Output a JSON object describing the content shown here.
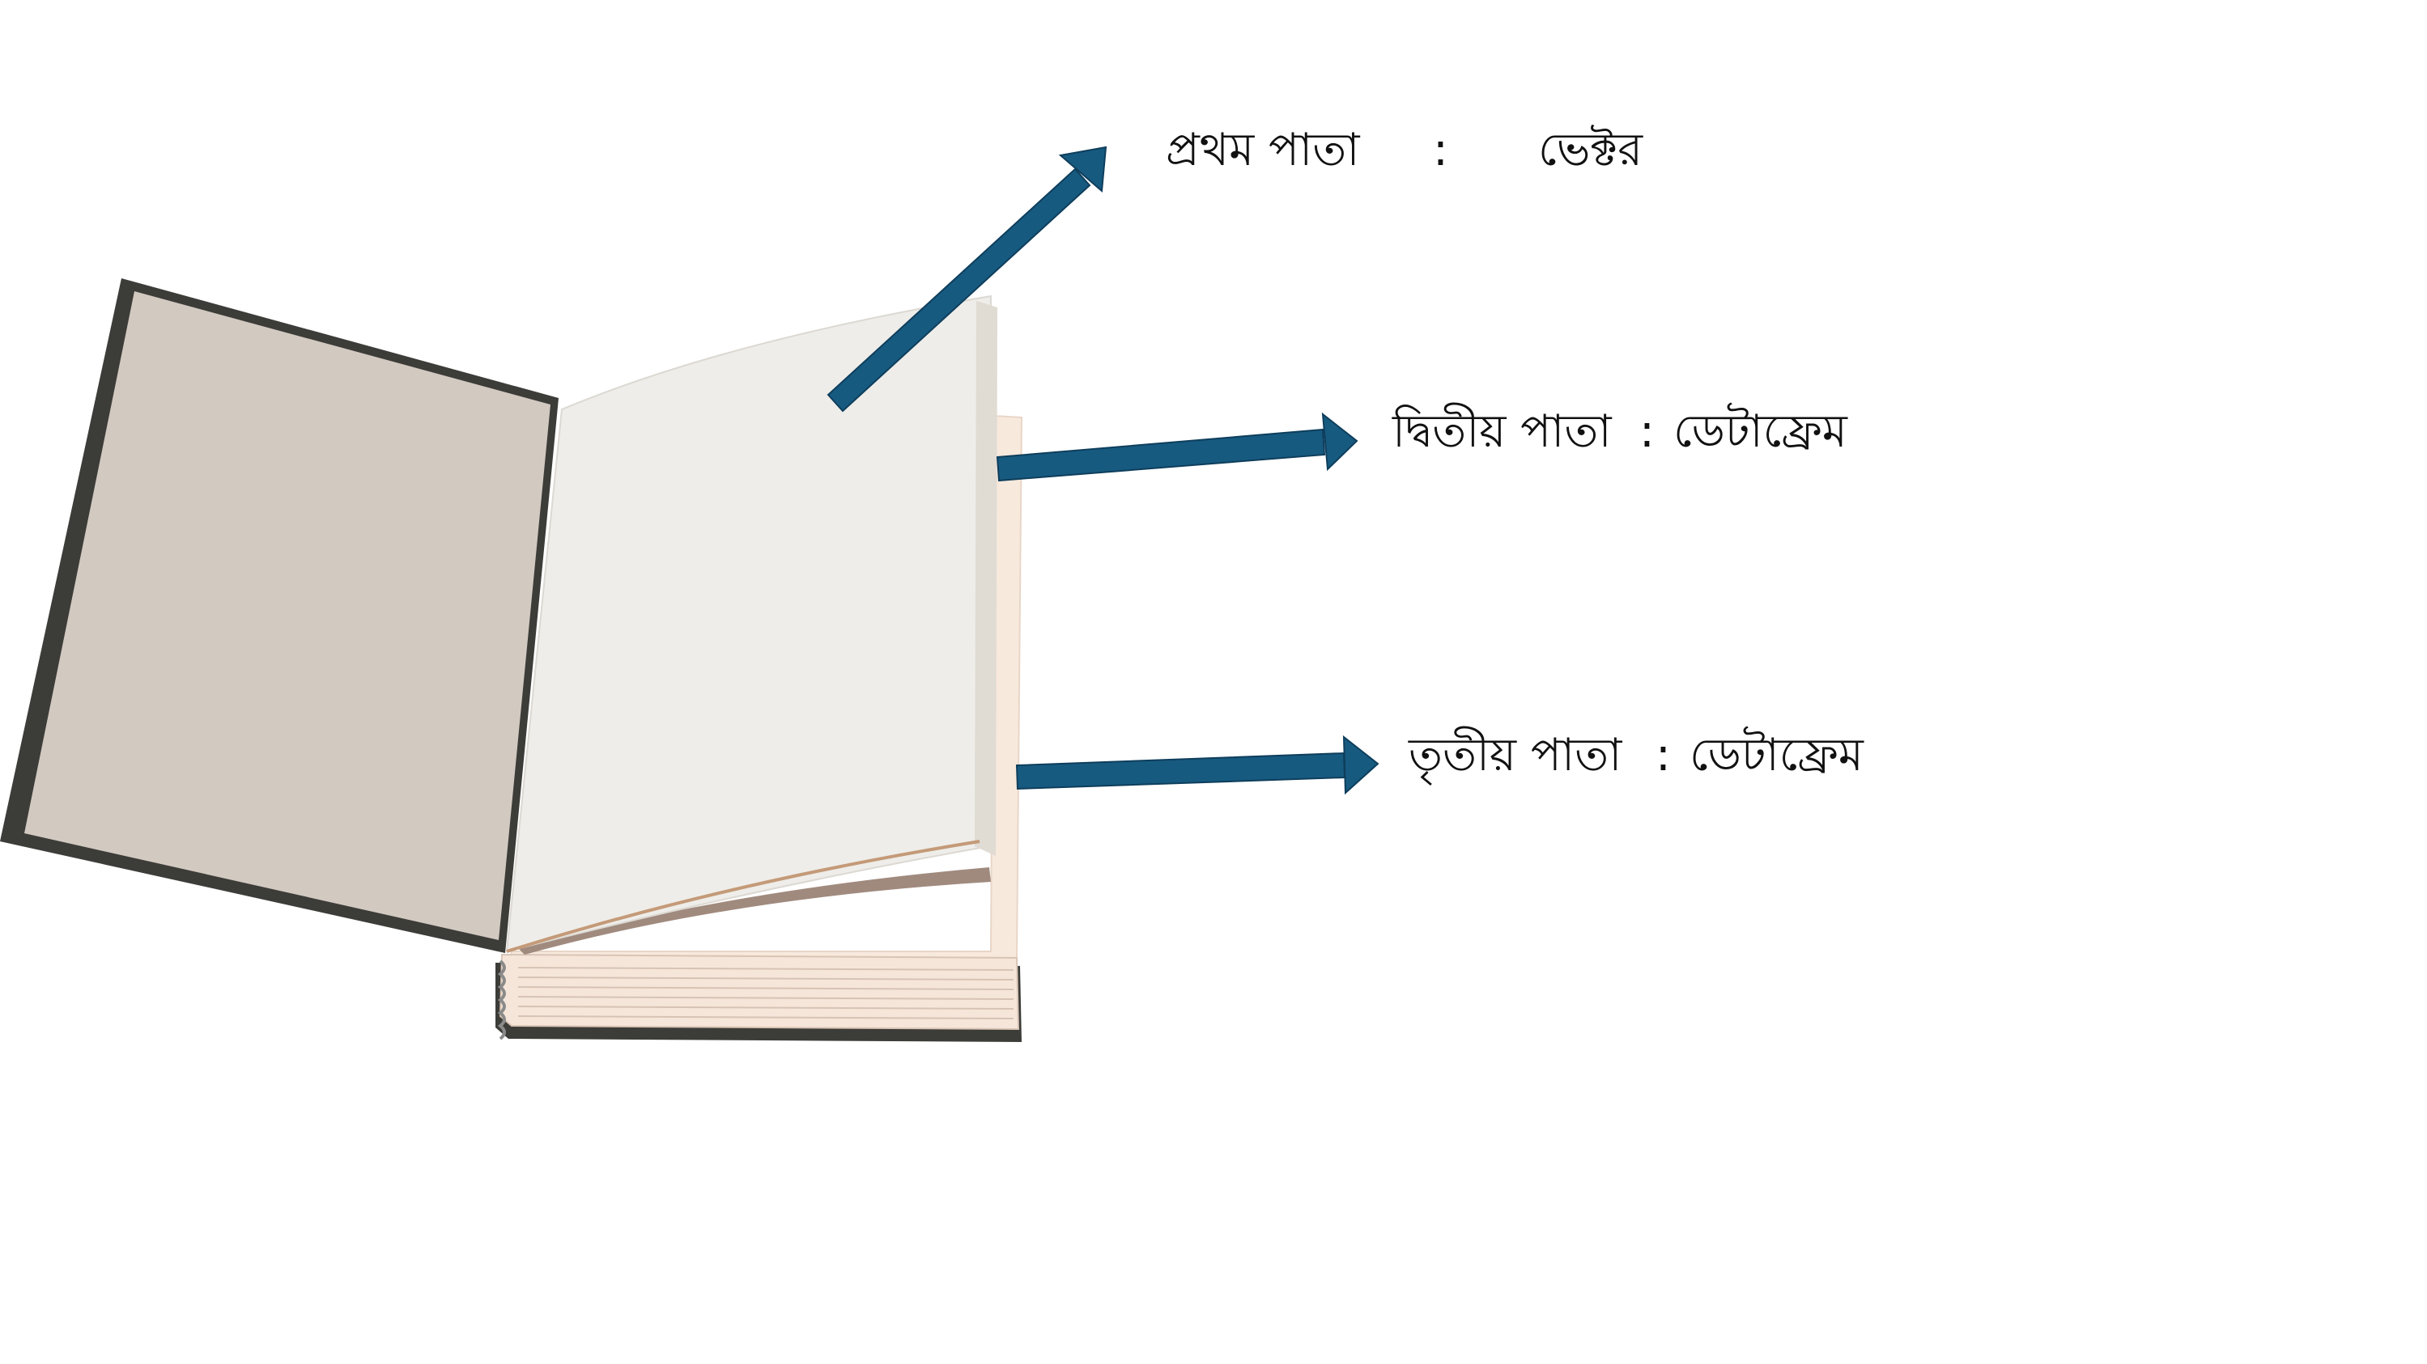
{
  "colors": {
    "arrow": "#175a80",
    "arrow_outline": "#0e3e5c",
    "back_cover": "#d2c9c1",
    "cover_edge": "#3c3c38",
    "page_white": "#eeede9",
    "page_cream": "#f8e9dd",
    "page_shadow": "#a08a7e"
  },
  "icons": {
    "book": "open-book-illustration"
  },
  "labels": [
    {
      "name": "প্রথম  পাতা",
      "separator": ":",
      "value": "ভেক্টর"
    },
    {
      "name": "দ্বিতীয়  পাতা",
      "separator": ":",
      "value": "ডেটাফ্রেম"
    },
    {
      "name": "তৃতীয়  পাতা",
      "separator": ":",
      "value": "ডেটাফ্রেম"
    }
  ]
}
